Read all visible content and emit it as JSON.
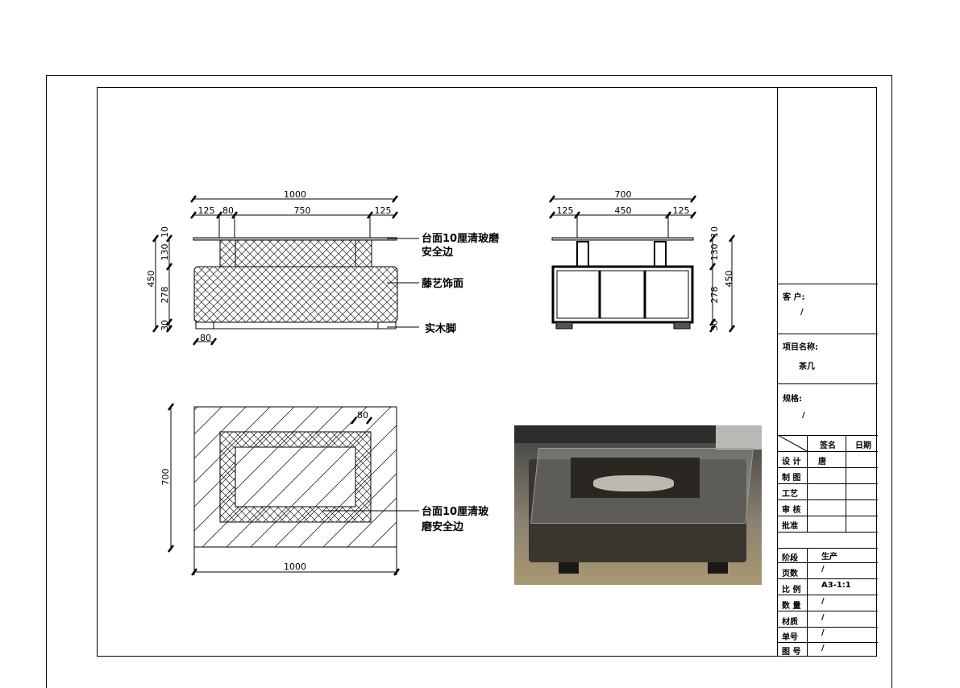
{
  "front_view": {
    "dims_top": [
      "1000",
      "125",
      "80",
      "750",
      "125"
    ],
    "dims_left": [
      "450",
      "10",
      "130",
      "278",
      "30"
    ],
    "dim_bottom": "80",
    "labels": {
      "glass_top_line1": "台面10厘清玻磨",
      "glass_top_line2": "安全边",
      "rattan": "藤艺饰面",
      "wood_leg": "实木脚"
    }
  },
  "side_view": {
    "dims_top": [
      "700",
      "125",
      "450",
      "125"
    ],
    "dims_right": [
      "10",
      "130",
      "278",
      "30",
      "450"
    ]
  },
  "plan_view": {
    "dim_left": "700",
    "dim_bottom": "1000",
    "dim_inner": "80",
    "label_line1": "台面10厘清玻",
    "label_line2": "磨安全边"
  },
  "title_block": {
    "client_label": "客 户:",
    "client_value": "/",
    "project_label": "项目名称:",
    "project_value": "茶几",
    "spec_label": "规格:",
    "spec_value": "/",
    "header_sign": "签名",
    "header_date": "日期",
    "sign_rows": [
      {
        "label": "设 计",
        "sign": "唐",
        "date": ""
      },
      {
        "label": "制 图",
        "sign": "",
        "date": ""
      },
      {
        "label": "工艺",
        "sign": "",
        "date": ""
      },
      {
        "label": "审 核",
        "sign": "",
        "date": ""
      },
      {
        "label": "批准",
        "sign": "",
        "date": ""
      }
    ],
    "info_rows": [
      {
        "label": "阶段",
        "value": "生产"
      },
      {
        "label": "页数",
        "value": "/"
      },
      {
        "label": "比 例",
        "value": "A3-1:1"
      },
      {
        "label": "数 量",
        "value": "/"
      },
      {
        "label": "材质",
        "value": "/"
      },
      {
        "label": "单号",
        "value": "/"
      },
      {
        "label": "图 号",
        "value": "/"
      }
    ]
  }
}
